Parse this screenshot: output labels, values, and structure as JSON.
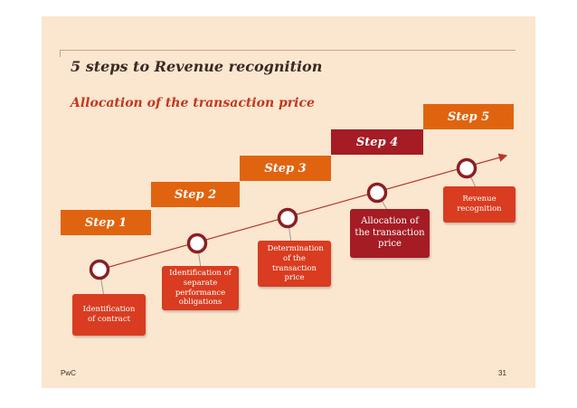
{
  "title": "5 steps to Revenue recognition",
  "subtitle": "Allocation of the transaction price",
  "steps": [
    {
      "label": "Step 1",
      "description": "Identification of contract",
      "highlighted": false
    },
    {
      "label": "Step 2",
      "description": "Identification of separate performance obligations",
      "highlighted": false
    },
    {
      "label": "Step 3",
      "description": "Determination of the transaction price",
      "highlighted": false
    },
    {
      "label": "Step 4",
      "description": "Allocation of the transaction price",
      "highlighted": true
    },
    {
      "label": "Step 5",
      "description": "Revenue recognition",
      "highlighted": false
    }
  ],
  "footer": {
    "brand": "PwC",
    "page": "31"
  },
  "colors": {
    "background": "#fbe6d0",
    "step_bar": "#e0640f",
    "highlight": "#a51c24",
    "box": "#d93c20",
    "title": "#3a2a26",
    "subtitle": "#c2381d"
  }
}
